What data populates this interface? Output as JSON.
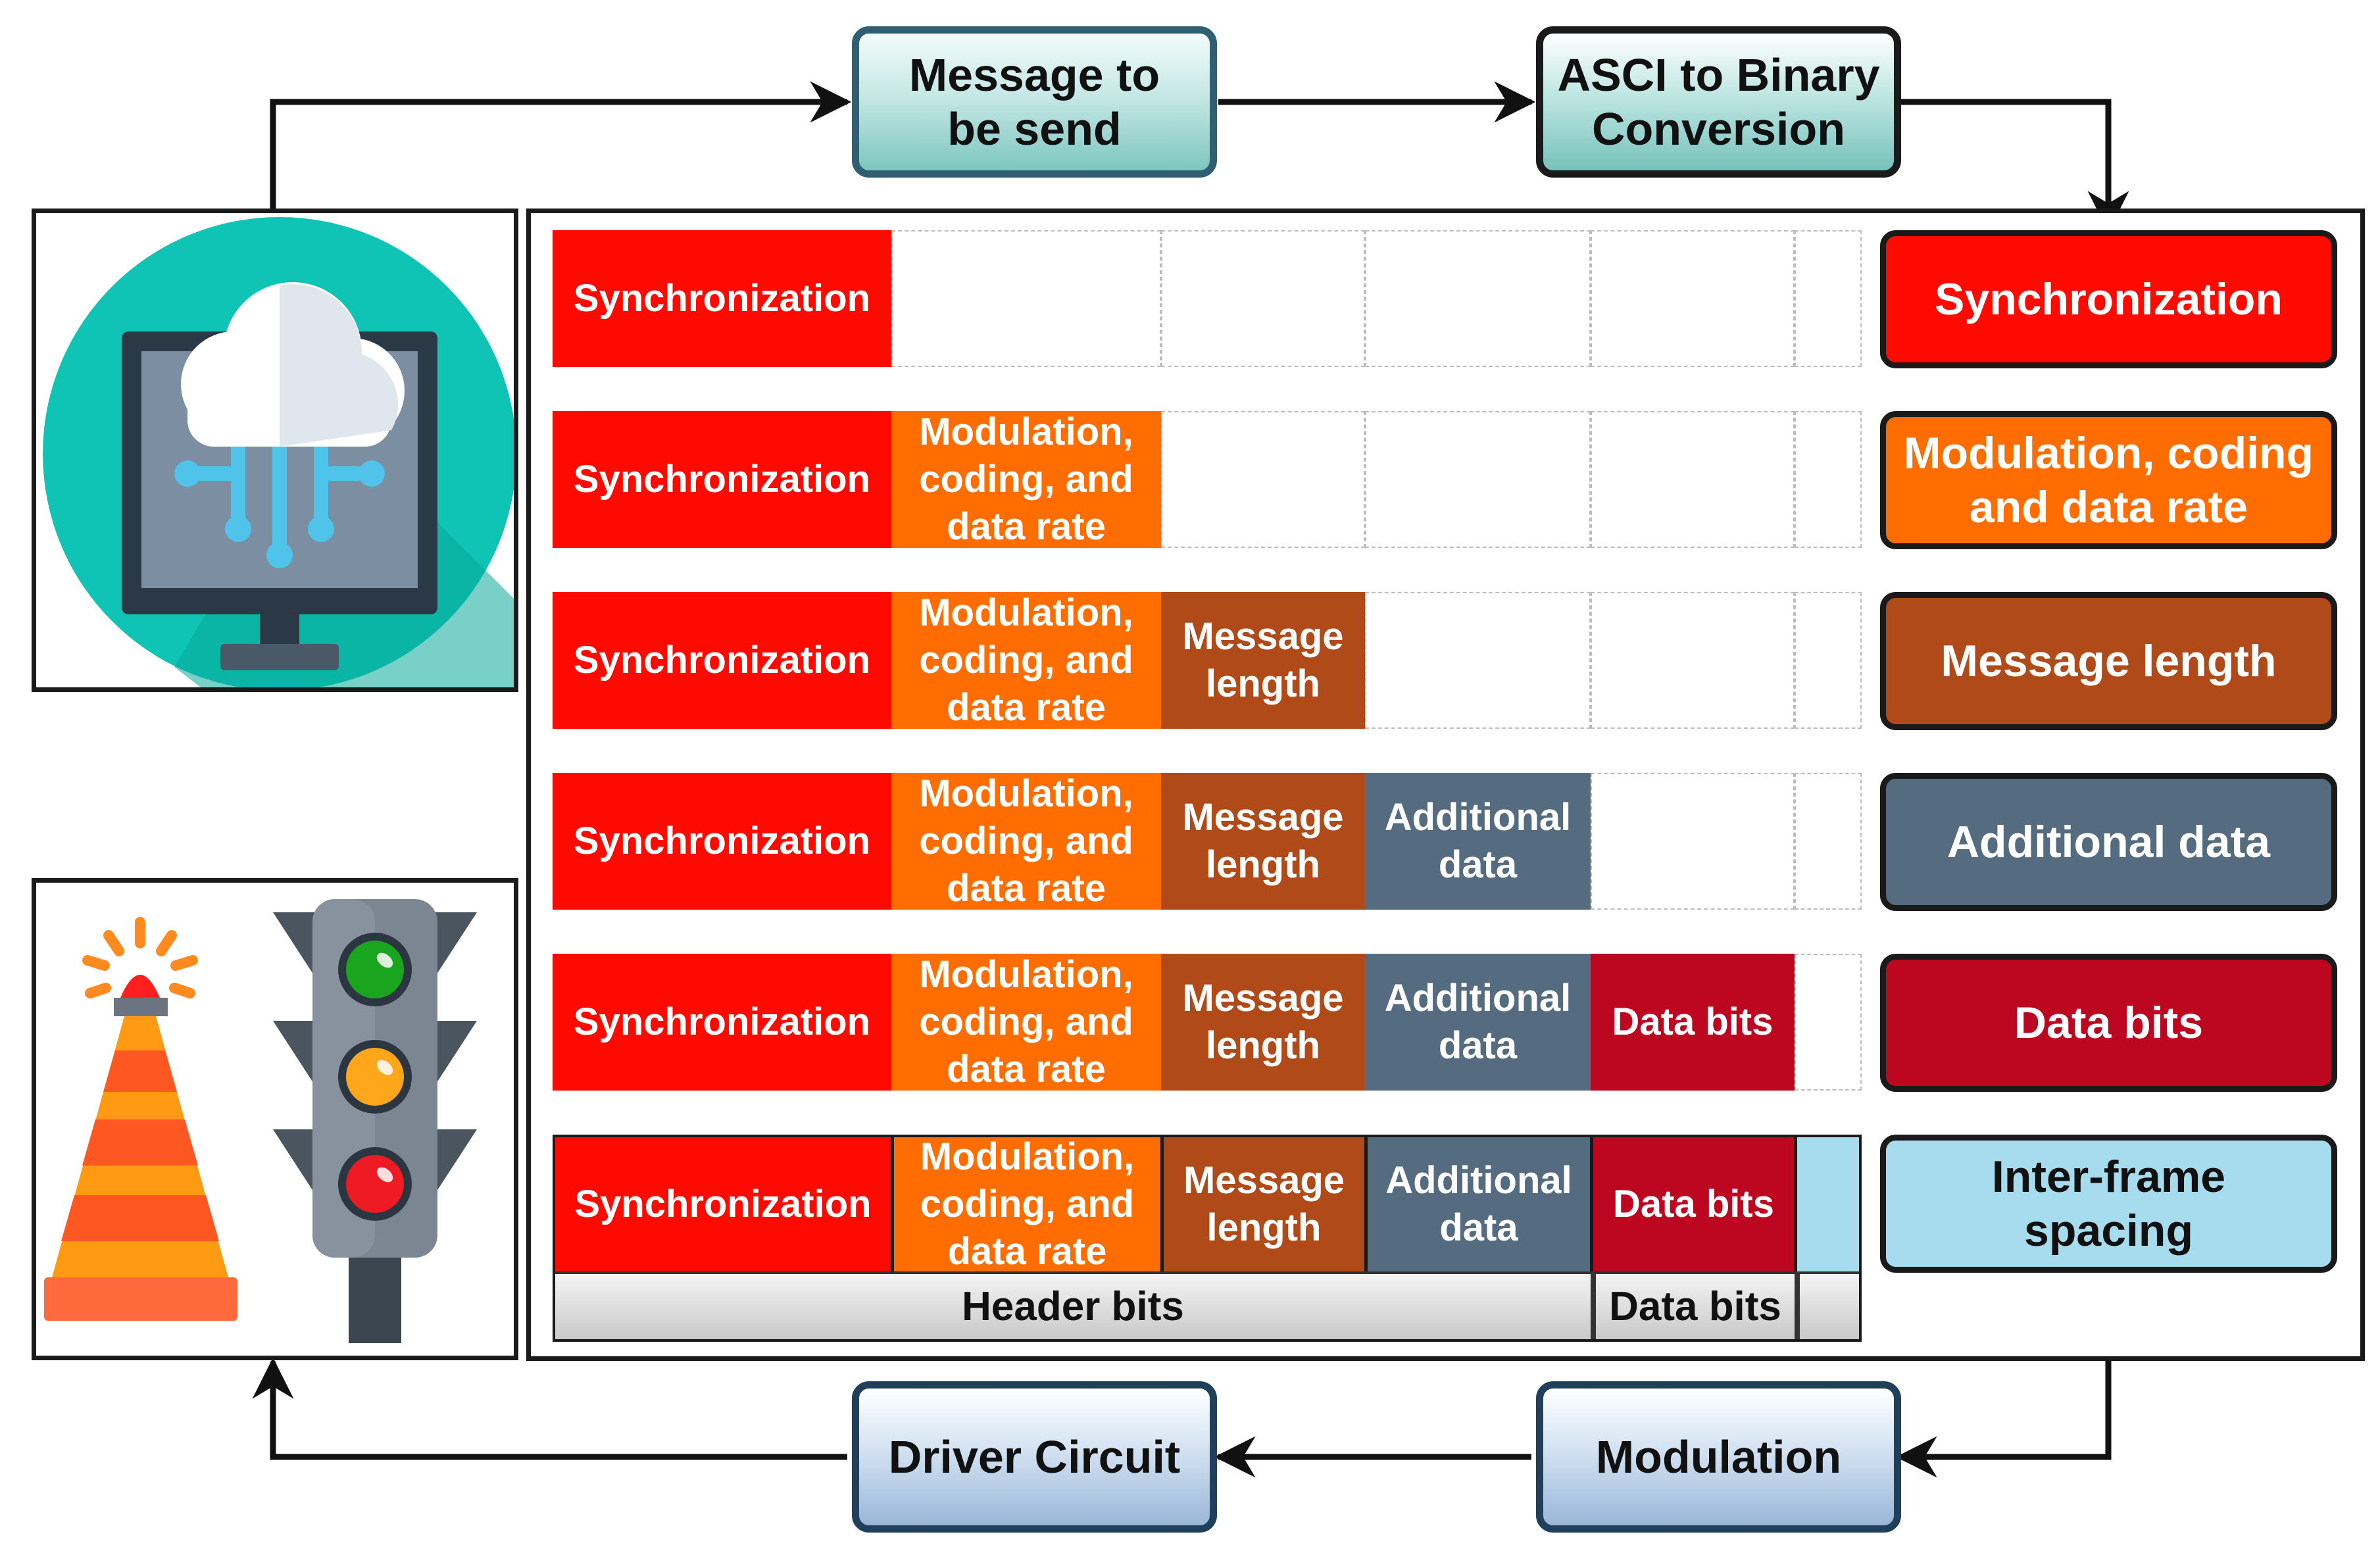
{
  "top": {
    "message_box": "Message to be send",
    "ascii_box": "ASCI to Binary Conversion"
  },
  "bottom": {
    "driver_box": "Driver Circuit",
    "modulation_box": "Modulation"
  },
  "frame_rows": [
    [
      "Synchronization"
    ],
    [
      "Synchronization",
      "Modulation, coding, and data rate"
    ],
    [
      "Synchronization",
      "Modulation, coding, and data rate",
      "Message length"
    ],
    [
      "Synchronization",
      "Modulation, coding, and data rate",
      "Message length",
      "Additional data"
    ],
    [
      "Synchronization",
      "Modulation, coding, and data rate",
      "Message length",
      "Additional data",
      "Data bits"
    ],
    [
      "Synchronization",
      "Modulation, coding, and data rate",
      "Message length",
      "Additional data",
      "Data bits",
      ""
    ]
  ],
  "bits_labels": {
    "header": "Header bits",
    "data": "Data bits"
  },
  "stages": [
    "Synchronization",
    "Modulation, coding and data rate",
    "Message length",
    "Additional data",
    "Data bits",
    "Inter-frame spacing"
  ],
  "colors": {
    "synchronization": "#ff0a00",
    "modulation": "#ff6d00",
    "message_length": "#b04a18",
    "additional_data": "#546b80",
    "data_bits": "#bd0620",
    "inter_frame": "#a7dcee"
  },
  "icons": [
    "cloud-computer-icon",
    "traffic-cone-icon",
    "traffic-light-icon"
  ]
}
